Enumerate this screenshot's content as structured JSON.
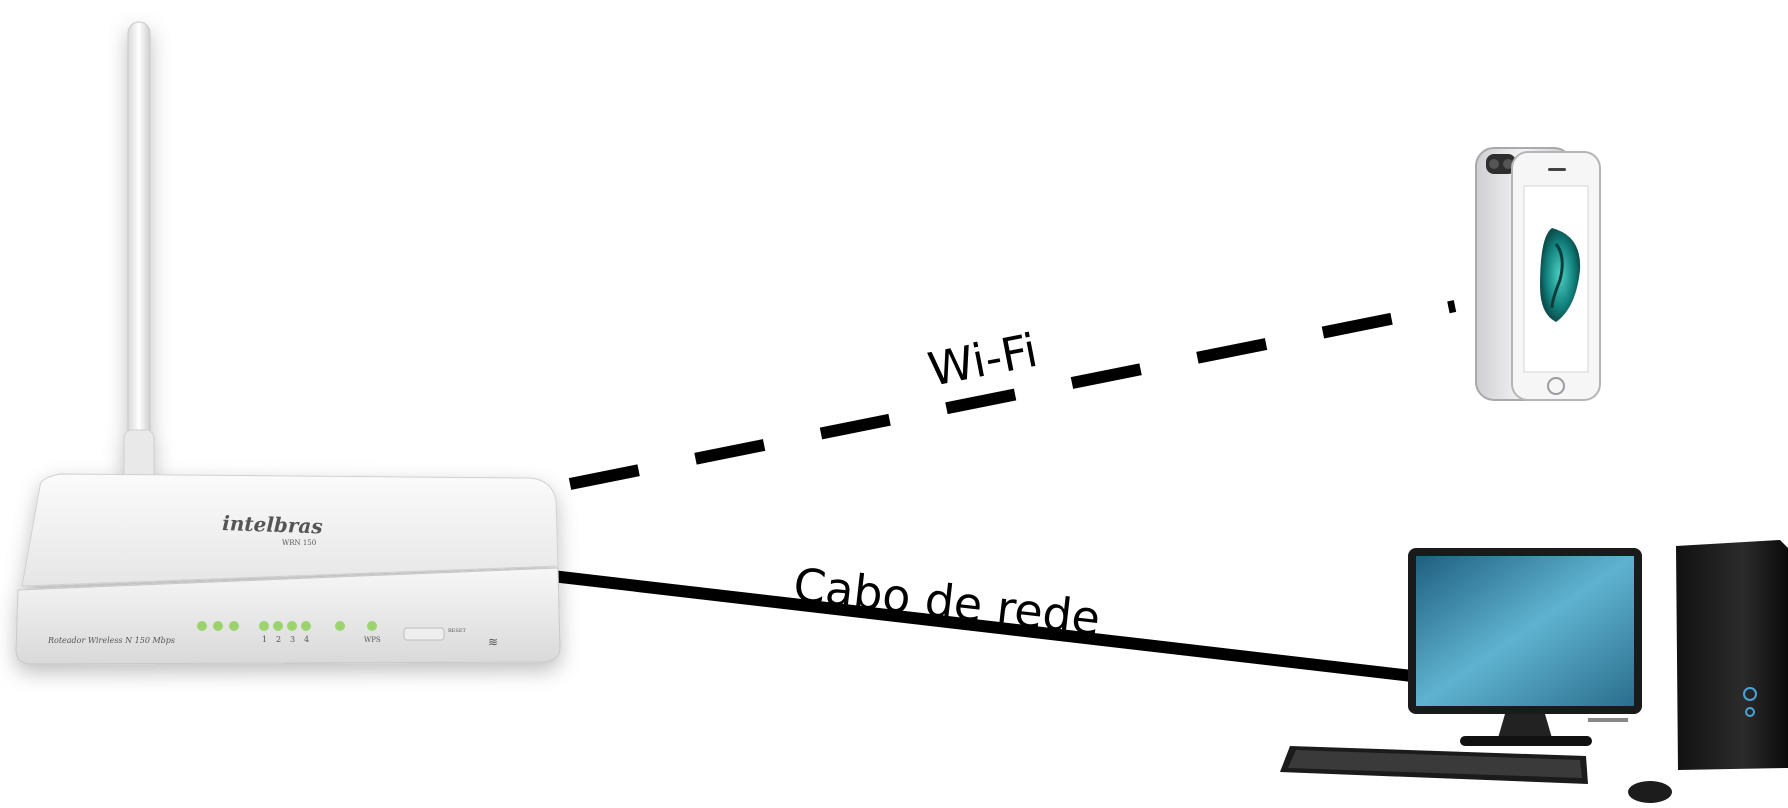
{
  "diagram": {
    "wifi_label": "Wi-Fi",
    "cable_label": "Cabo de rede",
    "router": {
      "brand": "intelbras",
      "model": "WRN 150",
      "front_text": "Roteador Wireless N 150 Mbps",
      "port_labels": [
        "1",
        "2",
        "3",
        "4"
      ],
      "wps_label": "WPS",
      "reset_label": "RESET"
    },
    "colors": {
      "line": "#000000",
      "router_body": "#f2f2f2",
      "led": "#9bd46e",
      "monitor_screen": "#3c8fb0",
      "phone_screen": "#ffffff",
      "phone_art": "#1aa3a0"
    }
  }
}
